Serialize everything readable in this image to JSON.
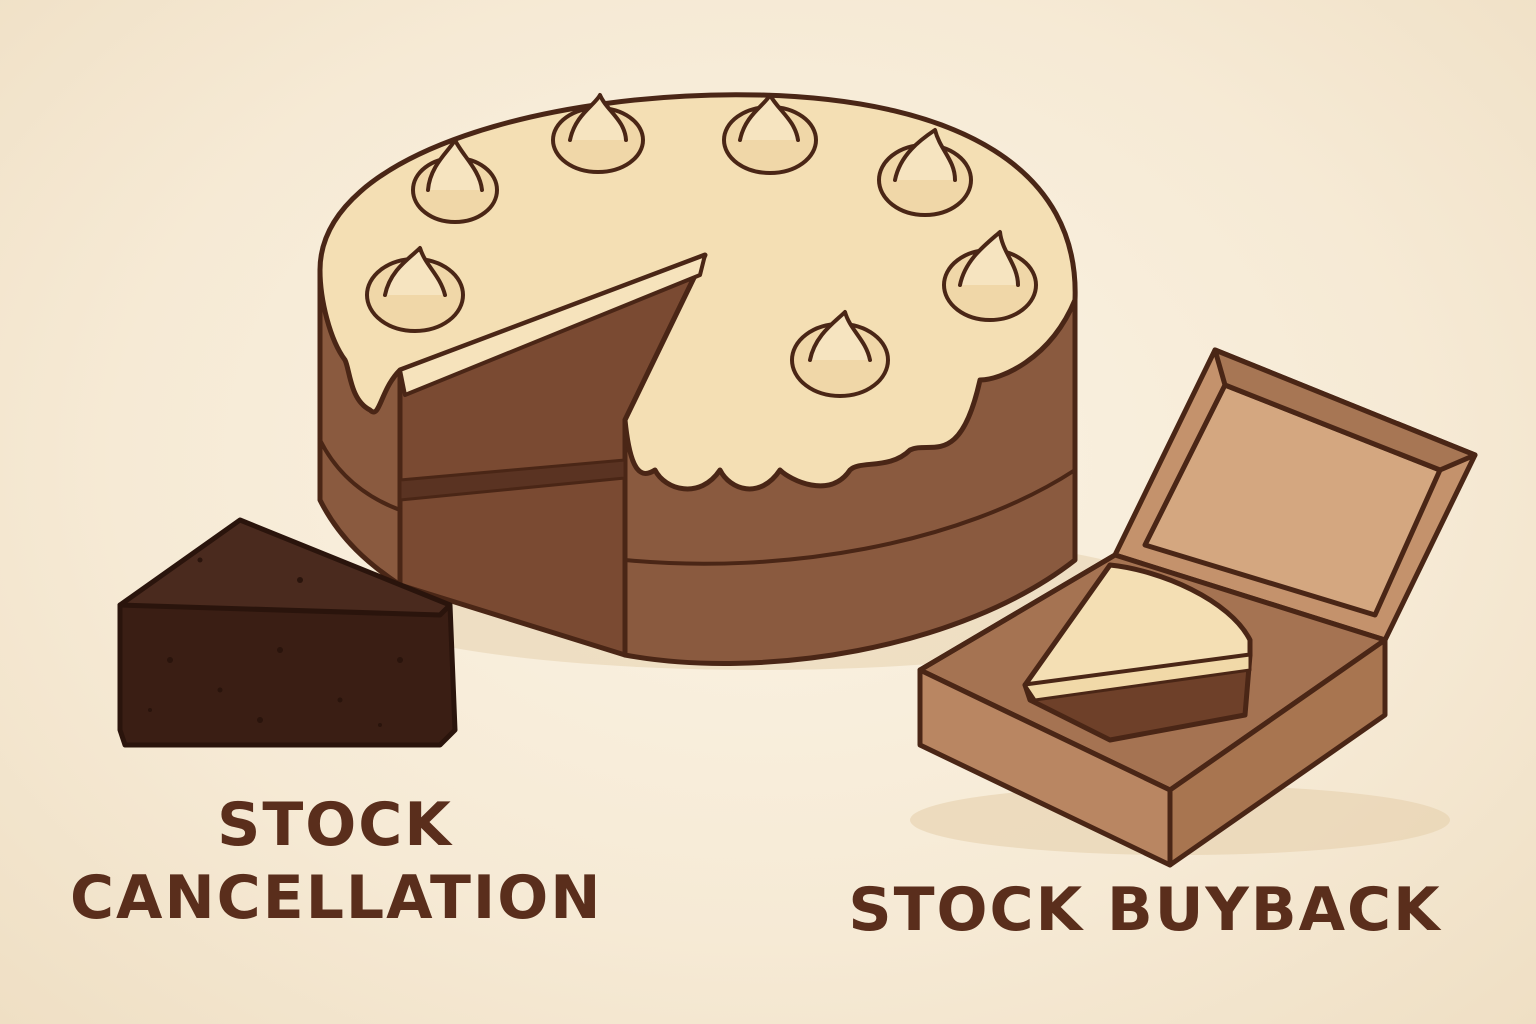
{
  "labels": {
    "cancellation_line1": "STOCK",
    "cancellation_line2": "CANCELLATION",
    "buyback": "STOCK BUYBACK"
  },
  "colors": {
    "background": "#f7ecd9",
    "outline": "#4a2616",
    "frosting": "#f4dfb4",
    "cake": "#7b4a33",
    "cake_dark": "#3a2016",
    "box": "#b98662",
    "text": "#5a2e1c"
  },
  "icons": {
    "whole_cake": "cake-with-missing-slice",
    "cancelled_slice": "dark-burnt-cake-slice",
    "buyback_box": "open-box-with-cake-slice"
  }
}
